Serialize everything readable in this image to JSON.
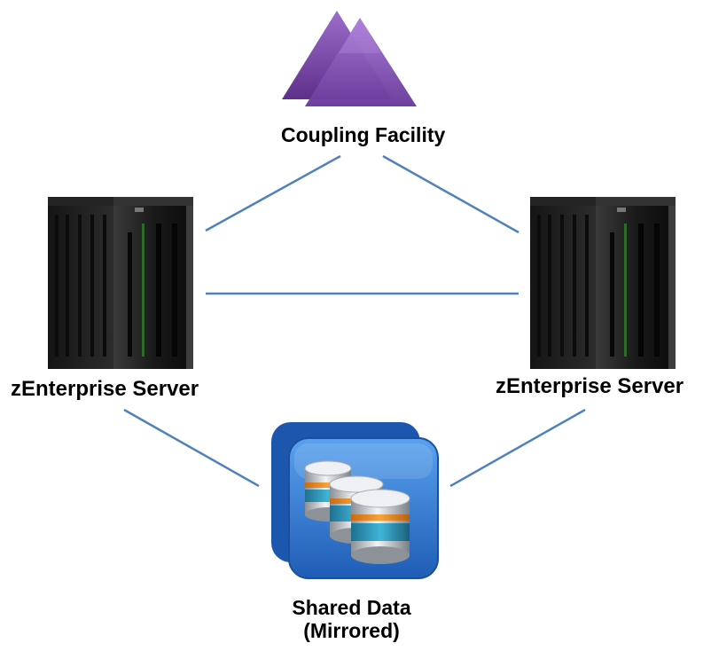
{
  "diagram": {
    "coupling_facility": {
      "label": "Coupling Facility",
      "icon": "triangle-pair-icon",
      "color": "#8f5fc0"
    },
    "left_server": {
      "label": "zEnterprise Server",
      "icon": "mainframe-server-icon"
    },
    "right_server": {
      "label": "zEnterprise Server",
      "icon": "mainframe-server-icon"
    },
    "shared_data": {
      "label_line1": "Shared Data",
      "label_line2": "(Mirrored)",
      "icon": "database-stack-icon",
      "color": "#2f6fc8"
    },
    "connector_color": "#4f81bd"
  }
}
